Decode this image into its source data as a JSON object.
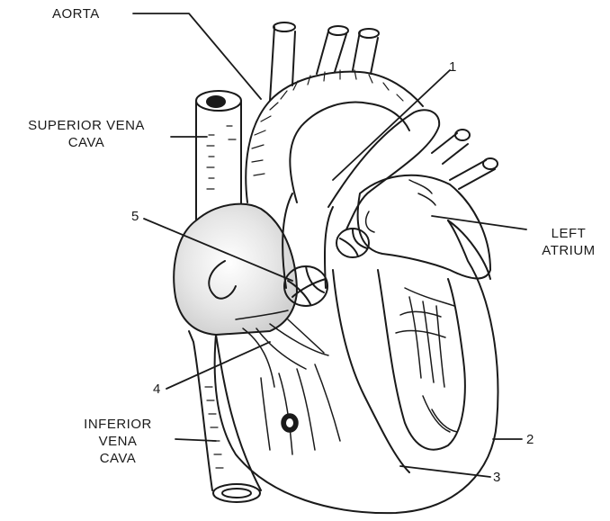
{
  "labels": {
    "aorta": "AORTA",
    "superior_vena_cava": [
      "SUPERIOR VENA",
      "CAVA"
    ],
    "left_atrium": [
      "LEFT",
      "ATRIUM"
    ],
    "inferior_vena_cava": [
      "INFERIOR",
      "VENA",
      "CAVA"
    ]
  },
  "numbers": {
    "n1": "1",
    "n2": "2",
    "n3": "3",
    "n4": "4",
    "n5": "5"
  },
  "colors": {
    "ink": "#1a1a1a",
    "atrium_shade": "#d9d9d9"
  }
}
